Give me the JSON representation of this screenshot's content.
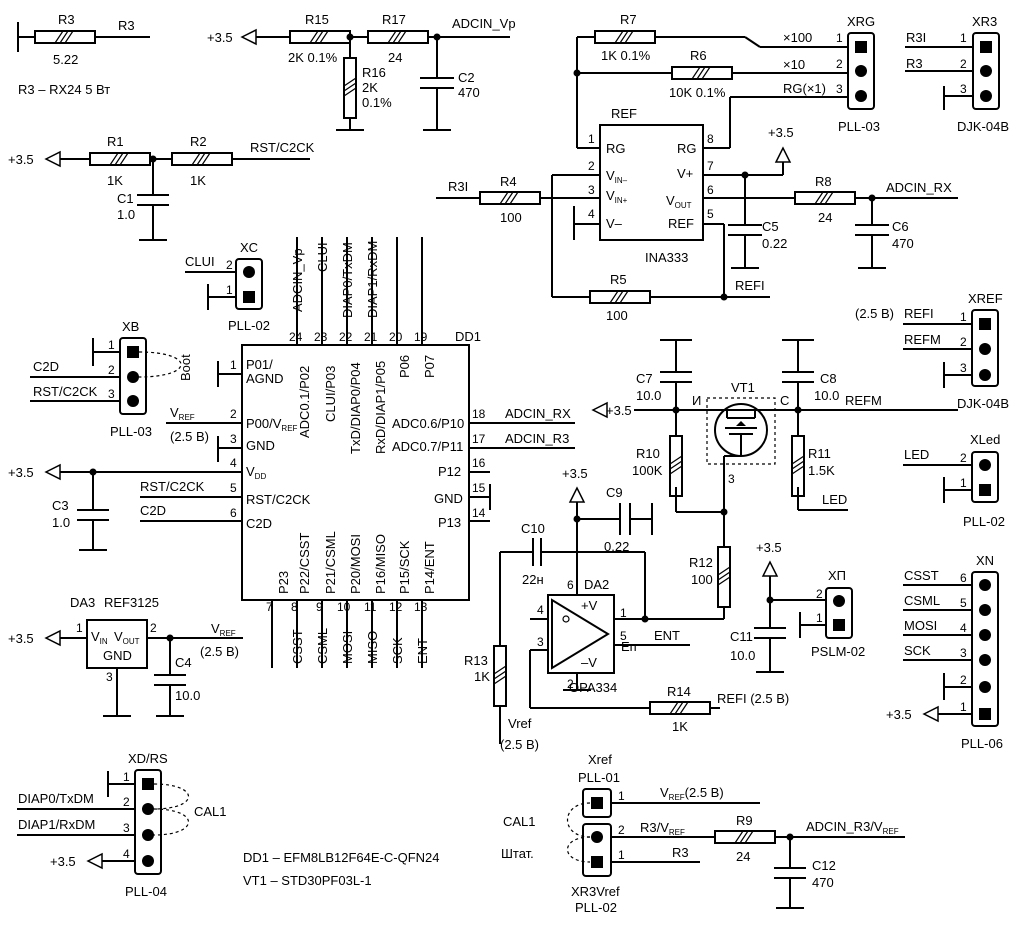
{
  "components": {
    "r3": {
      "ref": "R3",
      "value": "5.22",
      "net": "R3"
    },
    "r3_note": "R3 – RX24  5 Вт",
    "r15": {
      "ref": "R15",
      "value": "2K  0.1%"
    },
    "r16": {
      "ref": "R16",
      "value": "2K",
      "tol": "0.1%"
    },
    "r17": {
      "ref": "R17",
      "value": "24"
    },
    "c2": {
      "ref": "C2",
      "value": "470"
    },
    "adcin_vp": "ADCIN_Vp",
    "r1": {
      "ref": "R1",
      "value": "1K"
    },
    "r2": {
      "ref": "R2",
      "value": "1K"
    },
    "c1": {
      "ref": "C1",
      "value": "1.0"
    },
    "rst_c2ck": "RST/C2CK",
    "r7": {
      "ref": "R7",
      "value": "1K  0.1%"
    },
    "r6": {
      "ref": "R6",
      "value": "10K  0.1%"
    },
    "xrg": {
      "ref": "XRG",
      "part": "PLL-03",
      "p1": "×100",
      "p2": "×10",
      "p3": "RG(×1)"
    },
    "xr3": {
      "ref": "XR3",
      "part": "DJK-04B",
      "n1": "R3I",
      "n2": "R3"
    },
    "da1": {
      "ref": "REF",
      "part": "INA333",
      "rg1": "RG",
      "rg8": "RG",
      "vplus": "V+",
      "vout_main": "V",
      "vout_sub": "OUT",
      "vinm_main": "V",
      "vinm_sub": "IN–",
      "vinp_main": "V",
      "vinp_sub": "IN+",
      "vminus": "V–"
    },
    "r4": {
      "ref": "R4",
      "value": "100",
      "net": "R3I"
    },
    "r5": {
      "ref": "R5",
      "value": "100"
    },
    "r8": {
      "ref": "R8",
      "value": "24"
    },
    "c5": {
      "ref": "C5",
      "value": "0.22"
    },
    "c6": {
      "ref": "C6",
      "value": "470"
    },
    "adcin_rx": "ADCIN_RX",
    "refi": "REFI",
    "plus35": "+3.5",
    "xc": {
      "ref": "XC",
      "part": "PLL-02",
      "net": "CLUI"
    },
    "xb": {
      "ref": "XB",
      "part": "PLL-03",
      "n2": "C2D",
      "n3": "RST/C2CK",
      "boot": "Boot"
    },
    "dd1": {
      "ref": "DD1",
      "pins_left": [
        {
          "n": "1",
          "l": "P01/",
          "l2": "AGND"
        },
        {
          "n": "2",
          "l": "P00/V",
          "l2": ""
        },
        {
          "n": "3",
          "l": "GND"
        },
        {
          "n": "4",
          "l": "V"
        },
        {
          "n": "5",
          "l": "RST/C2CK"
        },
        {
          "n": "6",
          "l": "C2D"
        }
      ],
      "pins_right": [
        {
          "n": "18",
          "l": "ADC0.6/P10",
          "net": "ADCIN_RX"
        },
        {
          "n": "17",
          "l": "ADC0.7/P11",
          "net": "ADCIN_R3"
        },
        {
          "n": "16",
          "l": "P12"
        },
        {
          "n": "15",
          "l": "GND"
        },
        {
          "n": "14",
          "l": "P13"
        }
      ],
      "pins_top": [
        {
          "n": "24",
          "l": "ADC0.1/P02",
          "net": "ADCIN_Vp"
        },
        {
          "n": "23",
          "l": "CLUI/P03",
          "net": "CLUI"
        },
        {
          "n": "22",
          "l": "TxD/DIAP0/P04",
          "net": "DIAP0/TxDM"
        },
        {
          "n": "21",
          "l": "RxD/DIAP1/P05",
          "net": "DIAP1/RxDM"
        },
        {
          "n": "20",
          "l": "P06"
        },
        {
          "n": "19",
          "l": "P07"
        }
      ],
      "pins_bottom": [
        {
          "n": "7",
          "l": "P23"
        },
        {
          "n": "8",
          "l": "P22/CSST",
          "net": "CSST"
        },
        {
          "n": "9",
          "l": "P21/CSML",
          "net": "CSML"
        },
        {
          "n": "10",
          "l": "P20/MOSI",
          "net": "MOSI"
        },
        {
          "n": "11",
          "l": "P16/MISO",
          "net": "MISO"
        },
        {
          "n": "12",
          "l": "P15/SCK",
          "net": "SCK"
        },
        {
          "n": "13",
          "l": "P14/ENT",
          "net": "ENT"
        }
      ],
      "ref_sub": "REF",
      "vdd_sub": "DD"
    },
    "vref": "V",
    "vref_sub": "REF",
    "vref_val": "(2.5 В)",
    "c3": {
      "ref": "C3",
      "value": "1.0"
    },
    "da3": {
      "ref": "DA3",
      "part": "REF3125",
      "vin": "V",
      "vin_sub": "IN",
      "vout": "V",
      "vout_sub": "OUT",
      "gnd": "GND"
    },
    "c4": {
      "ref": "C4",
      "value": "10.0"
    },
    "c7": {
      "ref": "C7",
      "value": "10.0"
    },
    "c8": {
      "ref": "C8",
      "value": "10.0"
    },
    "vt1": {
      "ref": "VT1",
      "s": "И",
      "d": "С"
    },
    "refm": "REFM",
    "r10": {
      "ref": "R10",
      "value": "100K"
    },
    "r11": {
      "ref": "R11",
      "value": "1.5K"
    },
    "led": "LED",
    "c9": {
      "ref": "C9",
      "value": "0.22"
    },
    "c10": {
      "ref": "C10",
      "value": "22н"
    },
    "da2": {
      "ref": "DA2",
      "part": "OPA334",
      "vp": "+V",
      "vm": "–V",
      "en": "Eп"
    },
    "r12": {
      "ref": "R12",
      "value": "100"
    },
    "r13": {
      "ref": "R13",
      "value": "1K"
    },
    "r14": {
      "ref": "R14",
      "value": "1K"
    },
    "vref_net": "Vref",
    "refi_25": "REFI (2.5 В)",
    "ent": "ENT",
    "c11": {
      "ref": "C11",
      "value": "10.0"
    },
    "xp": {
      "ref": "XП",
      "part": "PSLM-02"
    },
    "xref": {
      "ref": "XREF",
      "part": "DJK-04B",
      "n1": "REFI",
      "n2": "REFM",
      "volt": "(2.5 В)"
    },
    "xled": {
      "ref": "XLed",
      "part": "PLL-02",
      "n2": "LED"
    },
    "xn": {
      "ref": "XN",
      "part": "PLL-06",
      "n6": "CSST",
      "n5": "CSML",
      "n4": "MOSI",
      "n3": "SCK"
    },
    "xdrs": {
      "ref": "XD/RS",
      "part": "PLL-04",
      "n2": "DIAP0/TxDM",
      "n3": "DIAP1/RxDM",
      "cal": "CAL1"
    },
    "xref1": {
      "ref": "Xref",
      "part": "PLL-01",
      "net": "V",
      "net_sub": "REF",
      "net_val": "(2.5 В)"
    },
    "xr3vref": {
      "ref": "XR3Vref",
      "part": "PLL-02",
      "n2": "R3/V",
      "n2_sub": "REF",
      "n1": "R3",
      "cal": "CAL1",
      "stat": "Штат."
    },
    "r9": {
      "ref": "R9",
      "value": "24"
    },
    "adcin_r3vref": "ADCIN_R3/V",
    "adcin_r3vref_sub": "REF",
    "c12": {
      "ref": "C12",
      "value": "470"
    },
    "note_dd1": "DD1 – EFM8LB12F64E-C-QFN24",
    "note_vt1": "VT1 – STD30PF03L-1"
  }
}
